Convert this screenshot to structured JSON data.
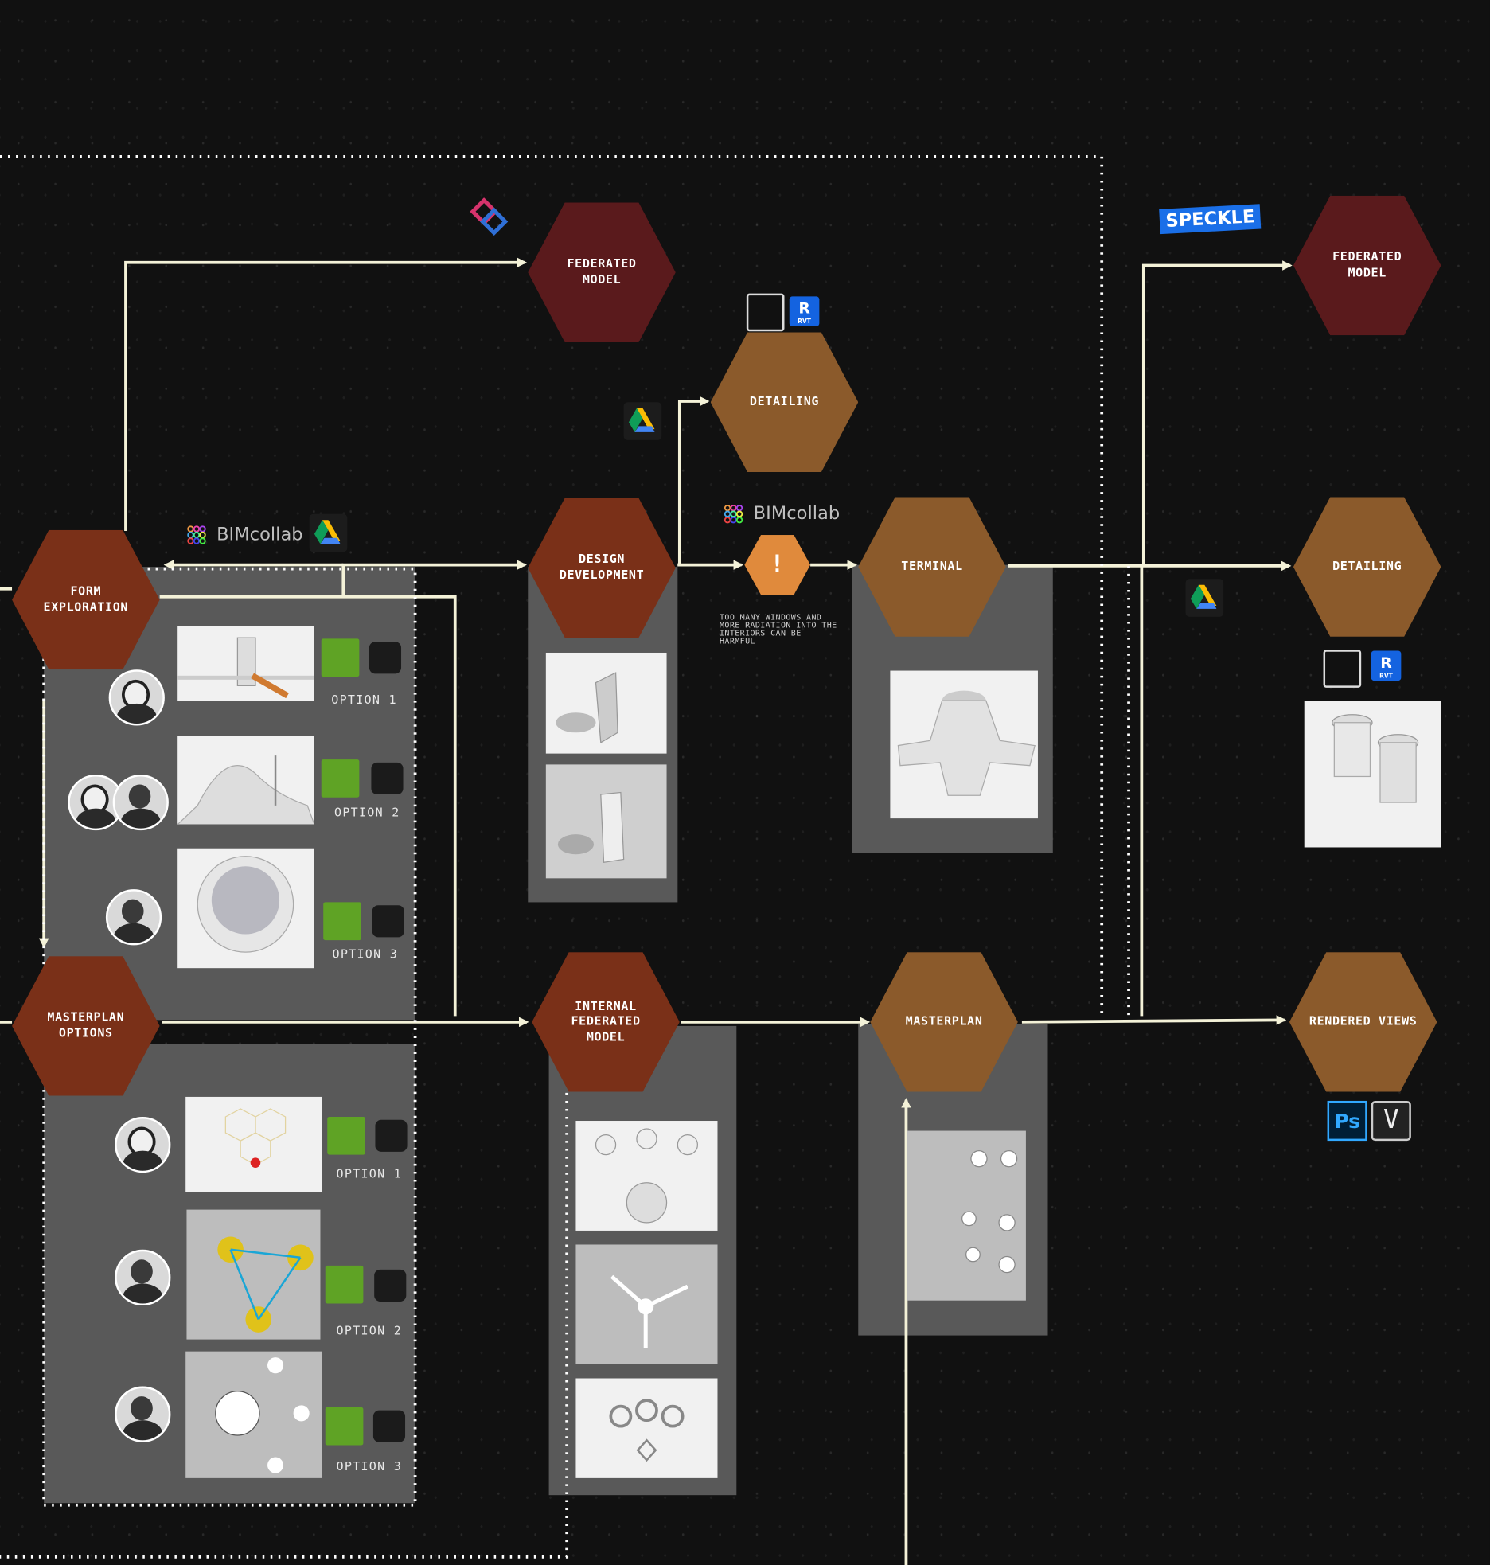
{
  "nodes": {
    "form_exploration": "FORM EXPLORATION",
    "masterplan_options": "MASTERPLAN OPTIONS",
    "federated_model_1": "FEDERATED MODEL",
    "design_development": "DESIGN DEVELOPMENT",
    "detailing_1": "DETAILING",
    "internal_federated_model": "INTERNAL FEDERATED MODEL",
    "terminal": "TERMINAL",
    "masterplan": "MASTERPLAN",
    "federated_model_2": "FEDERATED MODEL",
    "detailing_2": "DETAILING",
    "rendered_views": "RENDERED VIEWS"
  },
  "form_options": [
    "OPTION 1",
    "OPTION 2",
    "OPTION 3"
  ],
  "masterplan_option_labels": [
    "OPTION 1",
    "OPTION 2",
    "OPTION 3"
  ],
  "warning": {
    "symbol": "!",
    "note": "TOO MANY WINDOWS AND MORE RADIATION INTO THE INTERIORS CAN BE HARMFUL"
  },
  "tools": {
    "bimcollab": "BIMcollab",
    "speckle": "SPECKLE",
    "revit_letter": "R",
    "revit_sub": "RVT",
    "photoshop": "Ps",
    "vray": "V"
  },
  "colors": {
    "dark_red": "#5a1a1c",
    "rust": "#7a3018",
    "brown": "#8b5a2b",
    "warning": "#e08a3c",
    "panel": "#595959"
  }
}
